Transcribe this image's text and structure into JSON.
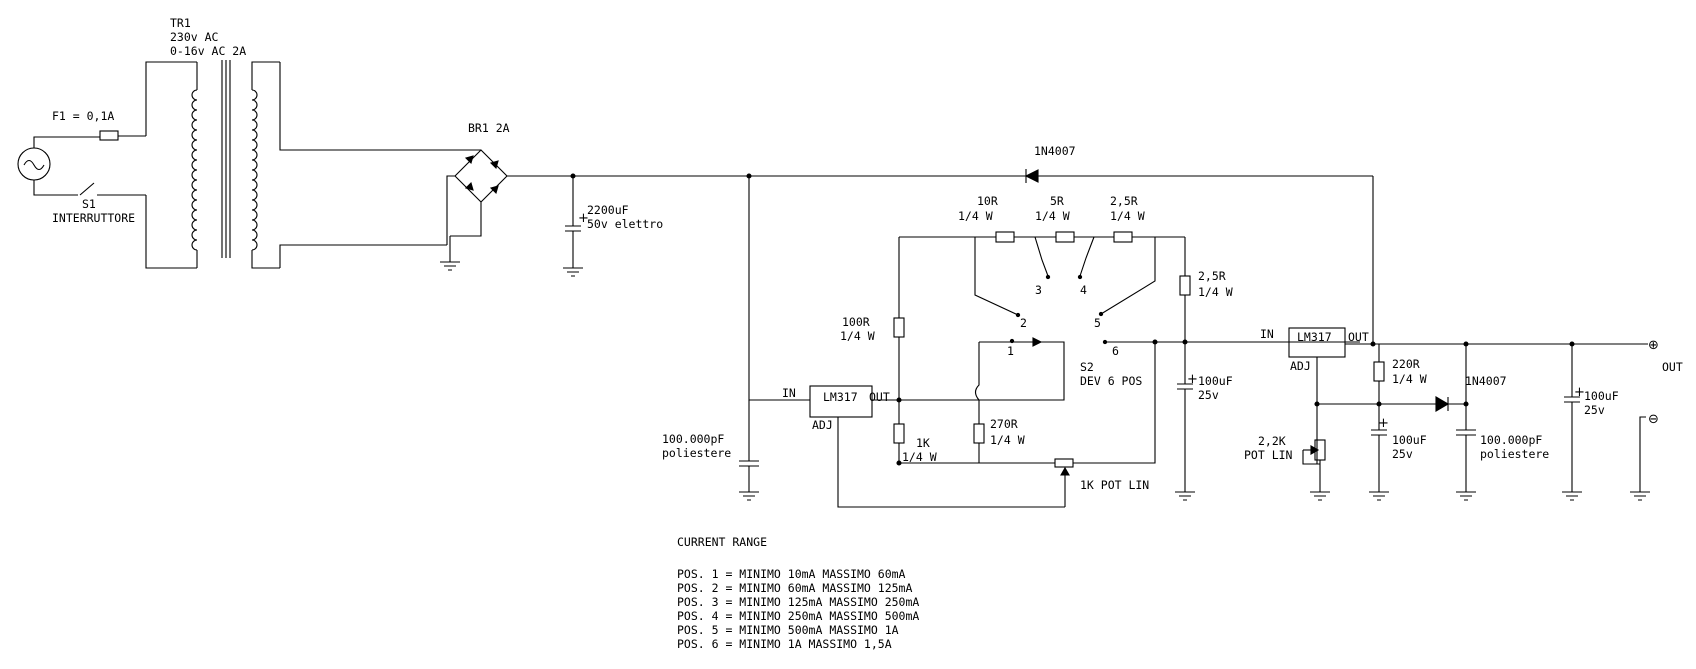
{
  "labels": {
    "tr1_name": "TR1",
    "tr1_primary": "230v AC",
    "tr1_secondary": "0-16v AC 2A",
    "fuse": "F1 = 0,1A",
    "switch_name": "S1",
    "switch_desc": "INTERRUTTORE",
    "bridge": "BR1 2A",
    "cap_2200": "2200uF",
    "cap_2200_rating": "50v elettro",
    "diode_top": "1N4007",
    "r10": "10R",
    "r10_w": "1/4 W",
    "r5": "5R",
    "r5_w": "1/4 W",
    "r25a": "2,5R",
    "r25a_w": "1/4 W",
    "r25b": "2,5R",
    "r25b_w": "1/4 W",
    "r100": "100R",
    "r100_w": "1/4 W",
    "r1k": "1K",
    "r1k_w": "1/4 W",
    "r270": "270R",
    "r270_w": "1/4 W",
    "pot1k": "1K POT LIN",
    "sw_name": "S2",
    "sw_desc": "DEV 6 POS",
    "sw_pos": [
      "1",
      "2",
      "3",
      "4",
      "5",
      "6"
    ],
    "in1": "IN",
    "lm1": "LM317",
    "out1": "OUT",
    "adj1": "ADJ",
    "cap_100n_left": "100.000pF",
    "cap_100n_left_type": "poliestere",
    "cap_100u_mid": "100uF",
    "cap_100u_mid_v": "25v",
    "in2": "IN",
    "lm2": "LM317",
    "out2": "OUT",
    "adj2": "ADJ",
    "r220": "220R",
    "r220_w": "1/4 W",
    "diode_right": "1N4007",
    "pot22": "2,2K",
    "pot22_type": "POT LIN",
    "cap_100u_adj": "100uF",
    "cap_100u_adj_v": "25v",
    "cap_100n_right": "100.000pF",
    "cap_100n_right_type": "poliestere",
    "cap_100u_out": "100uF",
    "cap_100u_out_v": "25v",
    "out_label": "OUT",
    "plus": "⊕",
    "minus": "⊖"
  },
  "current_range": {
    "title": "CURRENT RANGE",
    "lines": [
      "POS. 1 = MINIMO 10mA MASSIMO 60mA",
      "POS. 2 = MINIMO 60mA MASSIMO 125mA",
      "POS. 3 = MINIMO 125mA MASSIMO 250mA",
      "POS. 4 = MINIMO 250mA MASSIMO 500mA",
      "POS. 5 = MINIMO 500mA MASSIMO 1A",
      "POS. 6 = MINIMO 1A MASSIMO 1,5A"
    ]
  }
}
